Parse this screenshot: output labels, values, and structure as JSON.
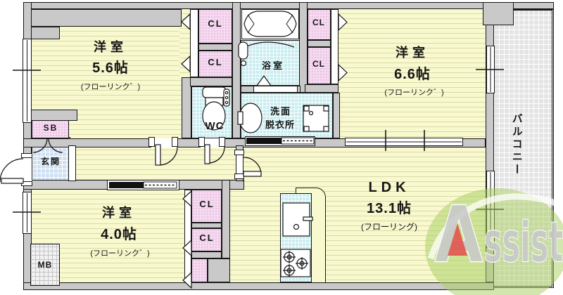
{
  "plan": {
    "rooms": {
      "west1": {
        "name": "洋室",
        "size": "5.6帖",
        "floor": "(フローリンク゛)"
      },
      "west2": {
        "name": "洋室",
        "size": "6.6帖",
        "floor": "(フローリンク゛)"
      },
      "west3": {
        "name": "洋室",
        "size": "4.0帖",
        "floor": "(フローリンク゛)"
      },
      "ldk": {
        "name": "LDK",
        "size": "13.1帖",
        "floor": "(フローリング)"
      },
      "bathroom": "浴室",
      "washroom_line1": "洗面",
      "washroom_line2": "脱衣所",
      "wc": "WC",
      "entrance": "玄関",
      "balcony": "バルコニー",
      "shoe_box": "SB",
      "meter_box": "MB"
    },
    "closet_labels": [
      "CL",
      "CL",
      "CL",
      "CL",
      "CL",
      "CL"
    ],
    "watermark": {
      "initial": "A",
      "rest": "ssist"
    },
    "colors": {
      "floor": "#f9f9cf",
      "floor_stripe": "#d9d9a6",
      "wall": "#c9c9c9",
      "wet_area": "#c9edf0",
      "closet": "#f6daf1",
      "entrance_tile": "#cfe0f3",
      "balcony": "#e4e4e4",
      "logo_leaf": "#a9cf63",
      "logo_text": "#c8c8c8",
      "logo_accent": "#e0544c",
      "line": "#161616"
    }
  }
}
